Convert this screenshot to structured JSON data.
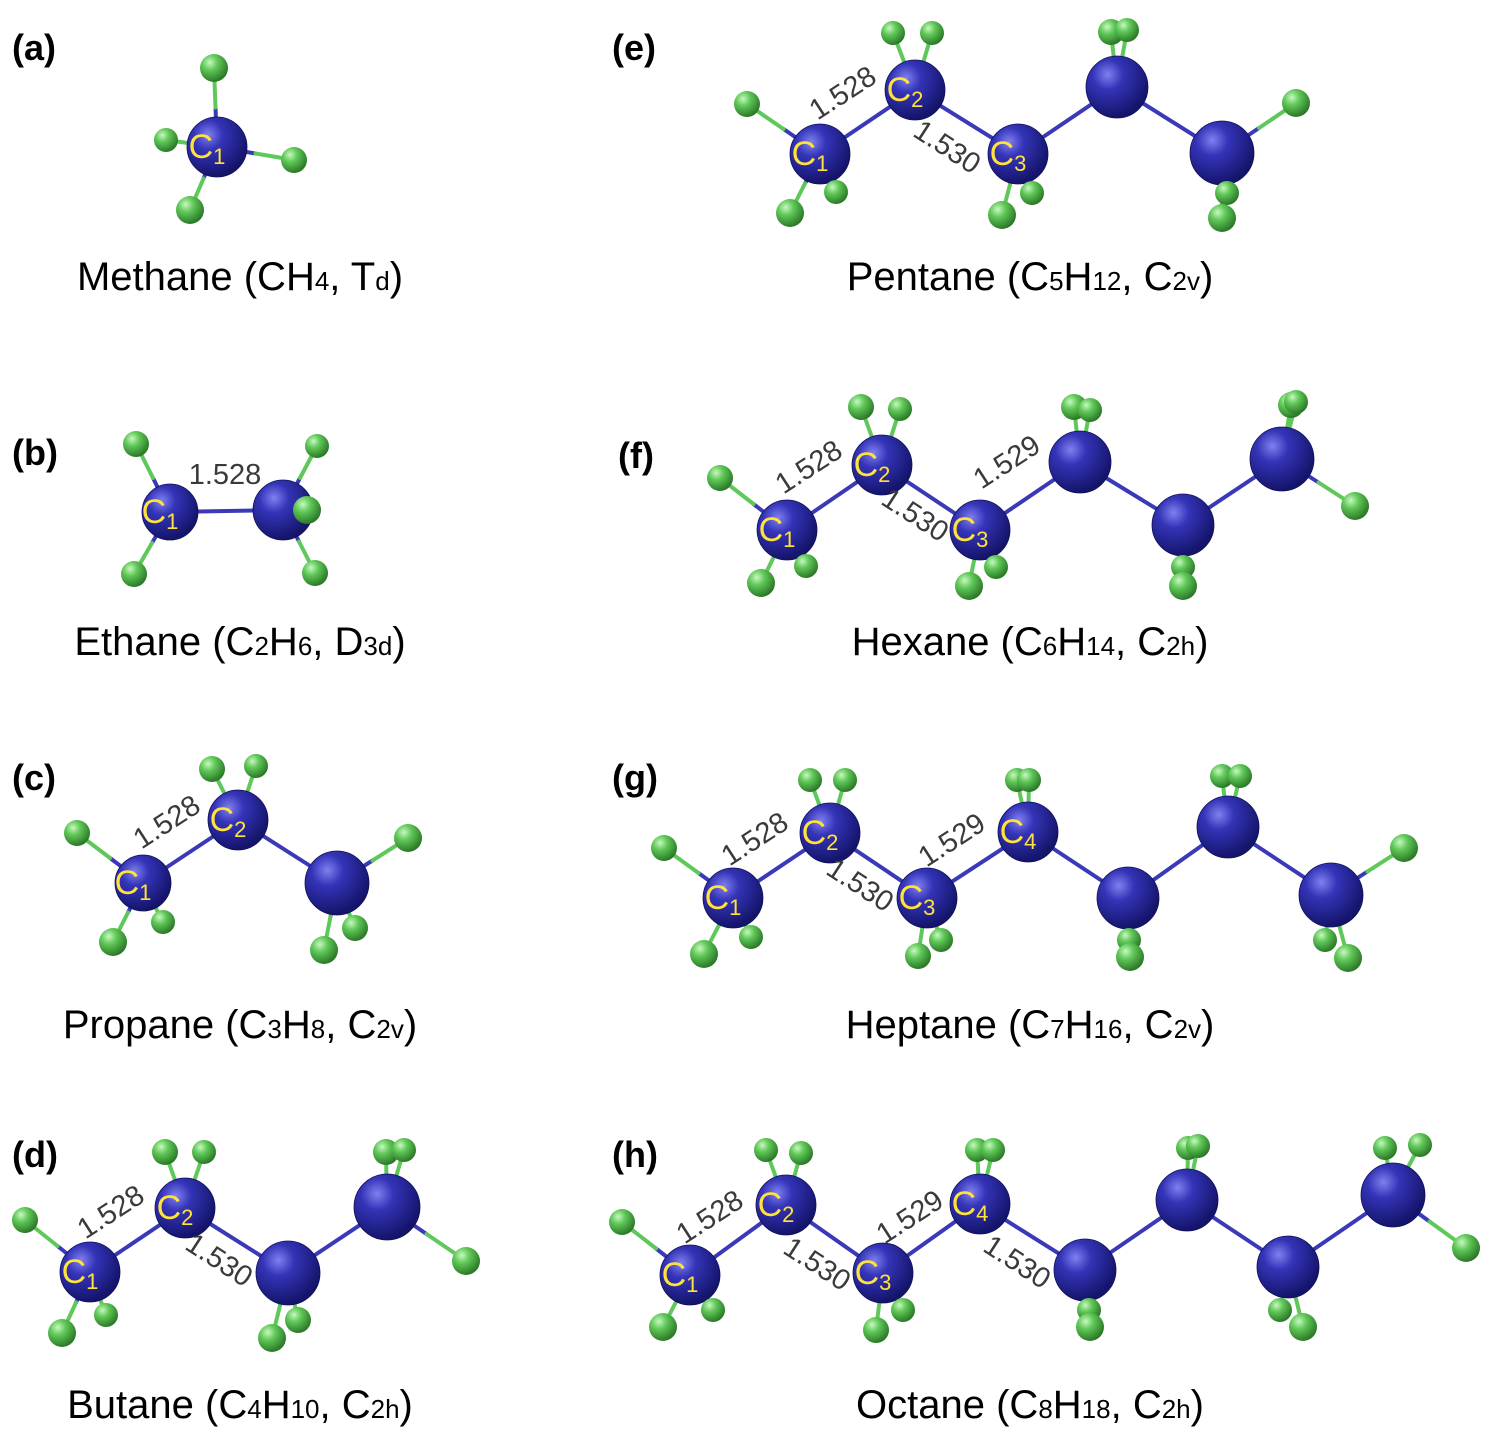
{
  "colors": {
    "carbon": "#2c2ca8",
    "carbon_highlight": "#6e6ee8",
    "hydrogen": "#5ec85a",
    "hydrogen_highlight": "#b8f0b0",
    "cc_bond": "#3a3ab8",
    "ch_bond_h": "#5ec85a",
    "label": "#ffe23a",
    "caption": "#000000",
    "bond_text": "#3a3a3a"
  },
  "panels": [
    {
      "letter": "(a)",
      "name": "Methane",
      "formula": [
        {
          "t": "(CH"
        },
        {
          "t": "4",
          "sub": true
        },
        {
          "t": ", T"
        },
        {
          "t": "d",
          "sub": true
        },
        {
          "t": ")"
        }
      ],
      "bond_lengths": []
    },
    {
      "letter": "(b)",
      "name": "Ethane",
      "formula": [
        {
          "t": "(C"
        },
        {
          "t": "2",
          "sub": true
        },
        {
          "t": "H"
        },
        {
          "t": "6",
          "sub": true
        },
        {
          "t": ", D"
        },
        {
          "t": "3d",
          "sub": true
        },
        {
          "t": ")"
        }
      ],
      "bond_lengths": [
        "1.528"
      ]
    },
    {
      "letter": "(c)",
      "name": "Propane",
      "formula": [
        {
          "t": "(C"
        },
        {
          "t": "3",
          "sub": true
        },
        {
          "t": "H"
        },
        {
          "t": "8",
          "sub": true
        },
        {
          "t": ", C"
        },
        {
          "t": "2v",
          "sub": true
        },
        {
          "t": ")"
        }
      ],
      "bond_lengths": [
        "1.528"
      ]
    },
    {
      "letter": "(d)",
      "name": "Butane",
      "formula": [
        {
          "t": "(C"
        },
        {
          "t": "4",
          "sub": true
        },
        {
          "t": "H"
        },
        {
          "t": "10",
          "sub": true
        },
        {
          "t": ", C"
        },
        {
          "t": "2h",
          "sub": true
        },
        {
          "t": ")"
        }
      ],
      "bond_lengths": [
        "1.528",
        "1.530"
      ]
    },
    {
      "letter": "(e)",
      "name": "Pentane",
      "formula": [
        {
          "t": "(C"
        },
        {
          "t": "5",
          "sub": true
        },
        {
          "t": "H"
        },
        {
          "t": "12",
          "sub": true
        },
        {
          "t": ", C"
        },
        {
          "t": "2v",
          "sub": true
        },
        {
          "t": ")"
        }
      ],
      "bond_lengths": [
        "1.528",
        "1.530"
      ]
    },
    {
      "letter": "(f)",
      "name": "Hexane",
      "formula": [
        {
          "t": "(C"
        },
        {
          "t": "6",
          "sub": true
        },
        {
          "t": "H"
        },
        {
          "t": "14",
          "sub": true
        },
        {
          "t": ", C"
        },
        {
          "t": "2h",
          "sub": true
        },
        {
          "t": ")"
        }
      ],
      "bond_lengths": [
        "1.528",
        "1.530",
        "1.529"
      ]
    },
    {
      "letter": "(g)",
      "name": "Heptane",
      "formula": [
        {
          "t": "(C"
        },
        {
          "t": "7",
          "sub": true
        },
        {
          "t": "H"
        },
        {
          "t": "16",
          "sub": true
        },
        {
          "t": ", C"
        },
        {
          "t": "2v",
          "sub": true
        },
        {
          "t": ")"
        }
      ],
      "bond_lengths": [
        "1.528",
        "1.530",
        "1.529"
      ]
    },
    {
      "letter": "(h)",
      "name": "Octane",
      "formula": [
        {
          "t": "(C"
        },
        {
          "t": "8",
          "sub": true
        },
        {
          "t": "H"
        },
        {
          "t": "18",
          "sub": true
        },
        {
          "t": ", C"
        },
        {
          "t": "2h",
          "sub": true
        },
        {
          "t": ")"
        }
      ],
      "bond_lengths": [
        "1.528",
        "1.530",
        "1.529",
        "1.530"
      ]
    }
  ],
  "atom_labels": [
    {
      "t": "C",
      "n": "1"
    },
    {
      "t": "C",
      "n": "2"
    },
    {
      "t": "C",
      "n": "3"
    },
    {
      "t": "C",
      "n": "4"
    }
  ]
}
